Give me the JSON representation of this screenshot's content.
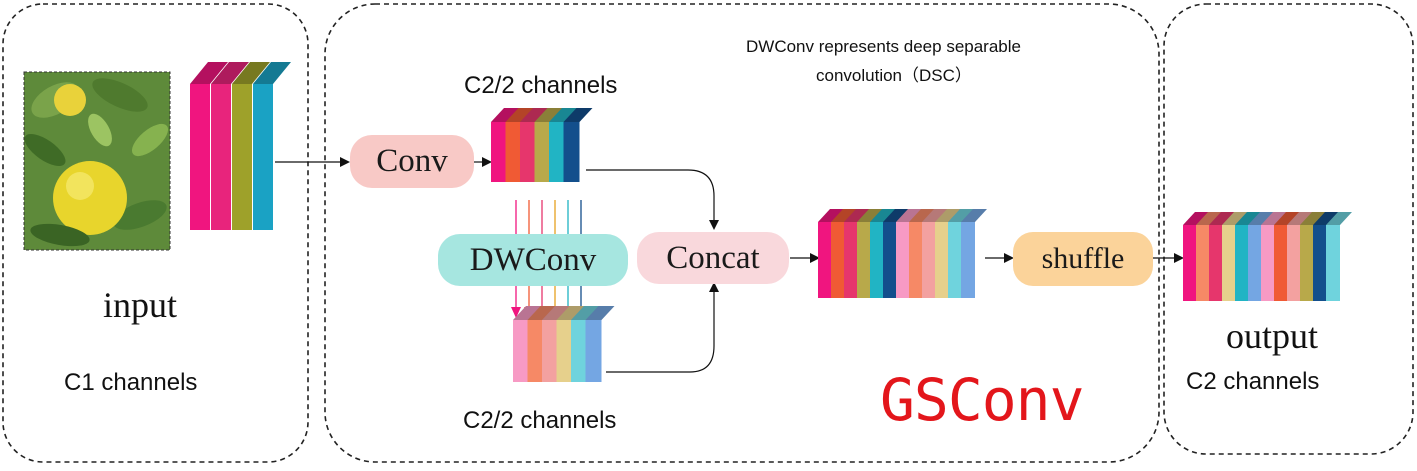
{
  "note": {
    "line1": "DWConv represents deep separable",
    "line2": "convolution（DSC）"
  },
  "labels": {
    "input": "input",
    "c1": "C1 channels",
    "c2_half_top": "C2/2 channels",
    "c2_half_bottom": "C2/2 channels",
    "output": "output",
    "c2": "C2 channels",
    "gsconv": "GSConv"
  },
  "ops": {
    "conv": "Conv",
    "dwconv": "DWConv",
    "concat": "Concat",
    "shuffle": "shuffle"
  },
  "colors": {
    "conv": "#f8c9c6",
    "dwconv": "#a6e6e0",
    "concat": "#f9d8dc",
    "shuffle": "#fbd39a",
    "gsconv": "#e3161b"
  },
  "icons": {
    "input_photo": "citrus-fruit-photo"
  },
  "stacks": {
    "input": [
      "#f0157f",
      "#e8247c",
      "#9ea12a",
      "#1aa2c4"
    ],
    "conv_out": [
      "#f0157f",
      "#f05a34",
      "#e6366c",
      "#b8a94a",
      "#21b4c4",
      "#134f8c"
    ],
    "dw_out": [
      "#f79ac4",
      "#f68966",
      "#f3a1a0",
      "#e6d08c",
      "#6fd3dd",
      "#74a6e3"
    ],
    "concat_out": [
      "#f0157f",
      "#f05a34",
      "#e6366c",
      "#b8a94a",
      "#21b4c4",
      "#134f8c",
      "#f79ac4",
      "#f68966",
      "#f3a1a0",
      "#e6d08c",
      "#6fd3dd",
      "#74a6e3"
    ],
    "output": [
      "#f0157f",
      "#f68966",
      "#e6366c",
      "#e6d08c",
      "#21b4c4",
      "#74a6e3",
      "#f79ac4",
      "#f05a34",
      "#f3a1a0",
      "#b8a94a",
      "#134f8c",
      "#6fd3dd"
    ]
  },
  "dw_arrow_colors": [
    "#f0157f",
    "#f05a34",
    "#e6366c",
    "#e6a020",
    "#21b4c4",
    "#134f8c"
  ]
}
